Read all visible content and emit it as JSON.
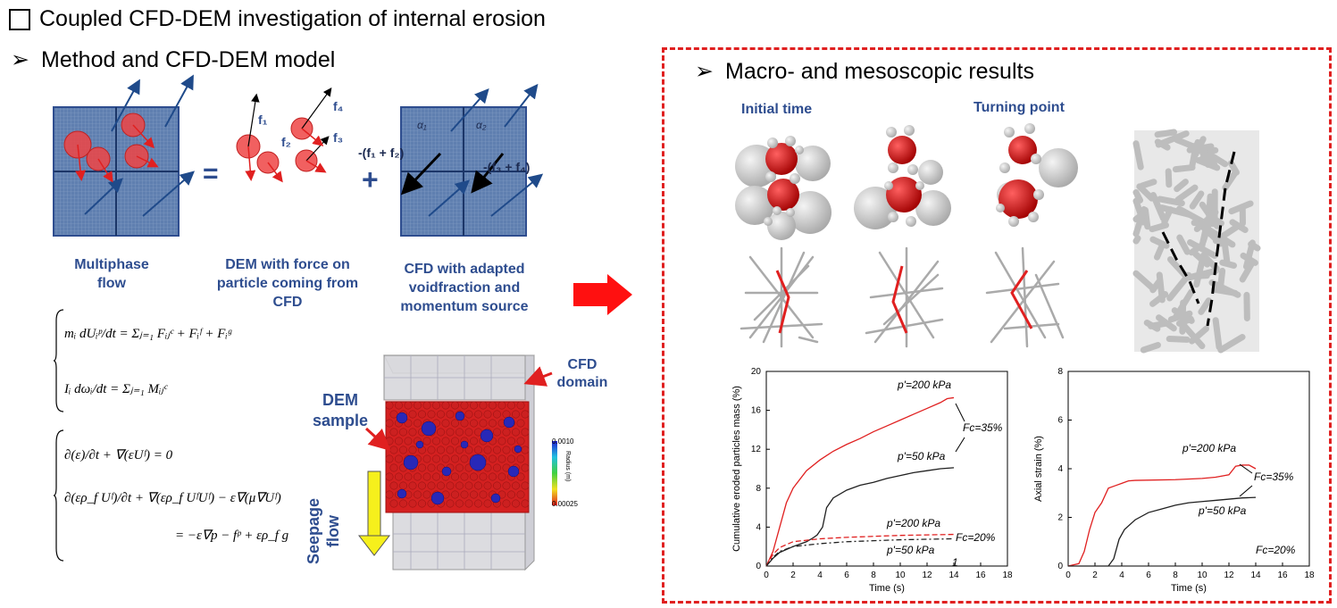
{
  "title": "Coupled CFD-DEM investigation of internal erosion",
  "left": {
    "heading": "Method and CFD-DEM model",
    "equals": "=",
    "plus": "+",
    "forces": {
      "f1": "f₁",
      "f2": "f₂",
      "f3": "f₃",
      "f4": "f₄"
    },
    "alpha1": "α₁",
    "alpha2": "α₂",
    "sum1": "-(f₁ + f₂)",
    "sum2": "-(f₃ + f₄)",
    "captions": {
      "multiphase": "Multiphase flow",
      "dem": "DEM with force on particle coming from CFD",
      "cfd": "CFD with adapted voidfraction and momentum source"
    },
    "eq1a": "mᵢ dUᵢᵖ/dt = Σⱼ₌₁ Fᵢⱼᶜ + Fᵢᶠ + Fᵢᵍ",
    "eq1b": "Iᵢ dωᵢ/dt = Σⱼ₌₁ Mᵢⱼᶜ",
    "eq2a": "∂(ε)/∂t + ∇(εUᶠ) = 0",
    "eq2b": "∂(ερ_f Uᶠ)/∂t + ∇(ερ_f UᶠUᶠ) − ε∇(μ∇Uᶠ)",
    "eq2c": "= −ε∇p − fᵖ + ερ_f g",
    "cfd_domain": "CFD domain",
    "dem_sample": "DEM sample",
    "seepage": "Seepage flow",
    "colorbar": {
      "max": "0.0010",
      "min": "0.00025",
      "label": "Radius (m)"
    }
  },
  "right": {
    "heading": "Macro- and mesoscopic results",
    "initial_time": "Initial time",
    "turning_point": "Turning point"
  },
  "chart_data": [
    {
      "type": "line",
      "xlabel": "Time (s)",
      "ylabel": "Cumulative eroded particles mass (%)",
      "xlim": [
        0,
        18
      ],
      "ylim": [
        0,
        20
      ],
      "xticks": [
        0,
        2,
        4,
        6,
        8,
        10,
        12,
        14,
        16,
        18
      ],
      "yticks": [
        0,
        4,
        8,
        12,
        16,
        20
      ],
      "annotations": [
        "p'=200 kPa",
        "p'=50 kPa",
        "Fc=35%",
        "p'=200 kPa",
        "p'=50 kPa",
        "Fc=20%",
        "1"
      ],
      "series": [
        {
          "color": "#e02020",
          "dash": "solid",
          "x": [
            0,
            0.5,
            1,
            1.5,
            2,
            3,
            4,
            5,
            6,
            7,
            8,
            9,
            10,
            11,
            12,
            13,
            13.5,
            14
          ],
          "y": [
            0,
            1.5,
            4,
            6.5,
            8,
            9.8,
            10.9,
            11.8,
            12.5,
            13.1,
            13.8,
            14.4,
            15,
            15.6,
            16.2,
            16.8,
            17.2,
            17.3
          ]
        },
        {
          "color": "#202020",
          "dash": "solid",
          "x": [
            0,
            0.5,
            1,
            2,
            3,
            3.5,
            3.8,
            4.2,
            4.5,
            5,
            6,
            7,
            8,
            9,
            10,
            11,
            12,
            13,
            14
          ],
          "y": [
            0,
            0.8,
            1.4,
            2,
            2.5,
            2.9,
            3.2,
            4,
            6,
            7,
            7.8,
            8.3,
            8.6,
            9,
            9.3,
            9.6,
            9.8,
            10,
            10.1
          ]
        },
        {
          "color": "#e02020",
          "dash": "6,3",
          "x": [
            0,
            0.5,
            1,
            2,
            4,
            6,
            8,
            10,
            12,
            14
          ],
          "y": [
            0,
            1.2,
            1.9,
            2.5,
            2.8,
            2.95,
            3.05,
            3.15,
            3.2,
            3.25
          ]
        },
        {
          "color": "#202020",
          "dash": "6,3,2,3",
          "x": [
            0,
            0.5,
            1,
            2,
            4,
            6,
            8,
            10,
            12,
            14
          ],
          "y": [
            0,
            0.9,
            1.5,
            2,
            2.3,
            2.5,
            2.6,
            2.7,
            2.75,
            2.8
          ]
        }
      ]
    },
    {
      "type": "line",
      "xlabel": "Time (s)",
      "ylabel": "Axial strain (%)",
      "xlim": [
        0,
        18
      ],
      "ylim": [
        0,
        8
      ],
      "xticks": [
        0,
        2,
        4,
        6,
        8,
        10,
        12,
        14,
        16,
        18
      ],
      "yticks": [
        0,
        2,
        4,
        6,
        8
      ],
      "annotations": [
        "p'=200 kPa",
        "Fc=35%",
        "p'=50 kPa",
        "Fc=20%"
      ],
      "series": [
        {
          "color": "#e02020",
          "dash": "solid",
          "x": [
            0,
            0.8,
            1.2,
            1.6,
            2,
            2.5,
            3,
            3.5,
            4,
            4.5,
            5,
            8,
            10,
            11,
            12,
            12.5,
            13,
            13.5,
            14
          ],
          "y": [
            0,
            0.1,
            0.6,
            1.5,
            2.2,
            2.6,
            3.2,
            3.3,
            3.4,
            3.5,
            3.52,
            3.55,
            3.6,
            3.65,
            3.75,
            4.1,
            4.15,
            4.15,
            4.0
          ]
        },
        {
          "color": "#202020",
          "dash": "solid",
          "x": [
            0,
            3,
            3.4,
            3.8,
            4.2,
            5,
            6,
            7,
            8,
            9,
            10,
            11,
            12,
            13,
            14
          ],
          "y": [
            0,
            0,
            0.3,
            1.1,
            1.5,
            1.9,
            2.2,
            2.35,
            2.5,
            2.6,
            2.65,
            2.7,
            2.75,
            2.8,
            2.82
          ]
        }
      ]
    }
  ]
}
